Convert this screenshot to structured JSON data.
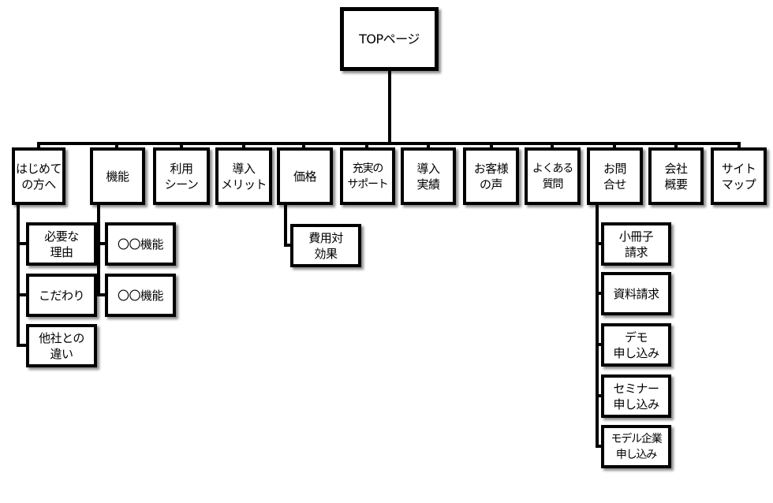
{
  "top": "TOPページ",
  "categories": [
    {
      "label": "はじめて\nの方へ",
      "children": [
        "必要な\n理由",
        "こだわり",
        "他社との\n違い"
      ]
    },
    {
      "label": "機能",
      "children": [
        "〇〇機能",
        "〇〇機能"
      ]
    },
    {
      "label": "利用\nシーン",
      "children": []
    },
    {
      "label": "導入\nメリット",
      "children": []
    },
    {
      "label": "価格",
      "children": [
        "費用対\n効果"
      ]
    },
    {
      "label": "充実の\nサポート",
      "children": []
    },
    {
      "label": "導入\n実績",
      "children": []
    },
    {
      "label": "お客様\nの声",
      "children": []
    },
    {
      "label": "よくある\n質問",
      "children": []
    },
    {
      "label": "お問\n合せ",
      "children": [
        "小冊子\n請求",
        "資料請求",
        "デモ\n申し込み",
        "セミナー\n申し込み",
        "モデル企業\n申し込み"
      ]
    },
    {
      "label": "会社\n概要",
      "children": []
    },
    {
      "label": "サイト\nマップ",
      "children": []
    }
  ]
}
